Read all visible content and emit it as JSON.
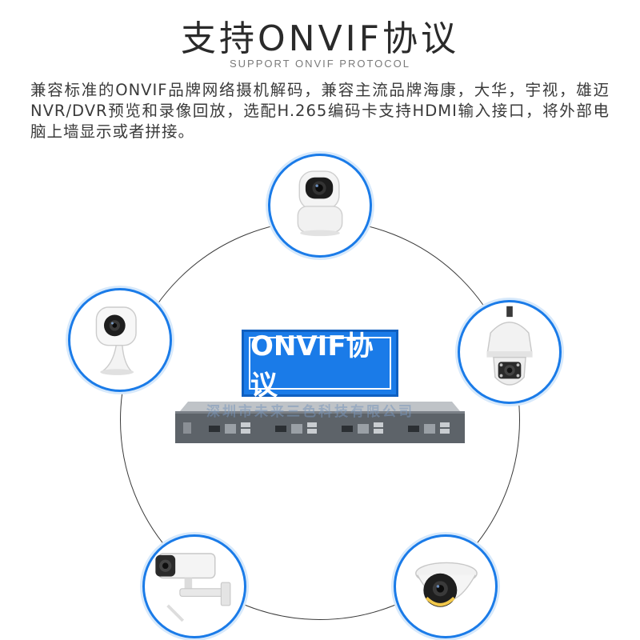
{
  "header": {
    "title": "支持ONVIF协议",
    "subtitle": "SUPPORT ONVIF PROTOCOL"
  },
  "description": "兼容标准的ONVIF品牌网络摄机解码，兼容主流品牌海康，大华，宇视，雄迈NVR/DVR预览和录像回放，选配H.265编码卡支持HDMI输入接口，将外部电脑上墙显示或者拼接。",
  "center": {
    "badge_label": "ONVIF协议",
    "watermark": "深圳市未来三色科技有限公司"
  },
  "colors": {
    "accent": "#1a7be8",
    "ring": "#3a3a3a"
  },
  "cameras": [
    {
      "name": "ptz-indoor-camera-icon"
    },
    {
      "name": "speed-dome-camera-icon"
    },
    {
      "name": "turret-dome-camera-icon"
    },
    {
      "name": "bullet-camera-icon"
    },
    {
      "name": "home-cube-camera-icon"
    }
  ]
}
